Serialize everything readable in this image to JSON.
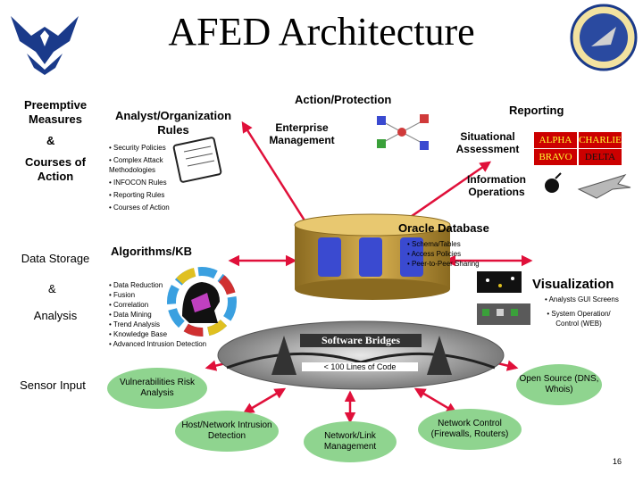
{
  "title": "AFED Architecture",
  "left_column": {
    "preemptive": "Preemptive Measures",
    "amp1": "&",
    "courses": "Courses of Action",
    "data_storage": "Data Storage",
    "amp2": "&",
    "analysis": "Analysis",
    "sensor_input": "Sensor Input"
  },
  "analyst": {
    "heading": "Analyst/Organization Rules",
    "bullets": [
      "• Security Policies",
      "• Complex Attack Methodologies",
      "• INFOCON Rules",
      "• Reporting Rules",
      "• Courses of Action"
    ]
  },
  "action_protection": "Action/Protection",
  "enterprise_management": "Enterprise Management",
  "reporting": {
    "heading": "Reporting",
    "situational": "Situational Assessment",
    "information": "Information Operations",
    "grid": [
      "ALPHA",
      "CHARLIE",
      "BRAVO",
      "DELTA"
    ]
  },
  "oracle": {
    "heading": "Oracle Database",
    "bullets": [
      "• Schema/Tables",
      "• Access Policies",
      "• Peer-to-Peer Sharing"
    ]
  },
  "algorithms": {
    "heading": "Algorithms/KB",
    "bullets": [
      "• Data Reduction",
      "• Fusion",
      "• Correlation",
      "• Data Mining",
      "• Trend Analysis",
      "• Knowledge Base",
      "• Advanced Intrusion Detection"
    ]
  },
  "visualization": {
    "heading": "Visualization",
    "bullet1": "• Analysts GUI Screens",
    "bullet2": "• System Operation/ Control (WEB)"
  },
  "bridge": {
    "label": "Software Bridges",
    "sublabel": "< 100 Lines of Code"
  },
  "nodes": {
    "vulnerabilities": "Vulnerabilities Risk Analysis",
    "open_source": "Open Source (DNS, Whois)",
    "host_network": "Host/Network Intrusion Detection",
    "network_link": "Network/Link Management",
    "network_control": "Network Control (Firewalls, Routers)"
  },
  "page_number": "16",
  "colors": {
    "arrow": "#e0103a",
    "node_fill": "#8fd48f",
    "grid_fill": "#cc0000",
    "grid_text": "#ffff33"
  }
}
